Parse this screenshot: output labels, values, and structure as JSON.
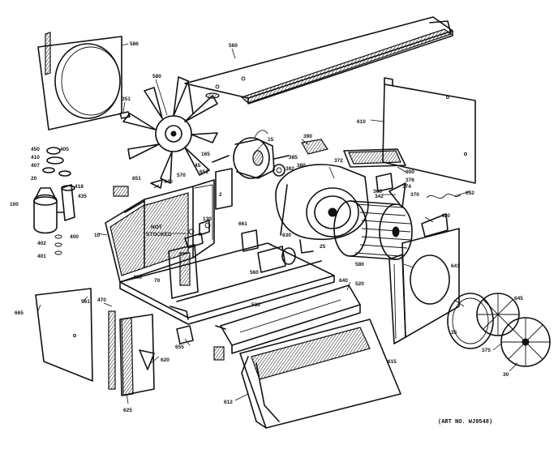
{
  "parts": {
    "p586": "586",
    "p560": "560",
    "p580": "580",
    "p610": "610",
    "p351": "351",
    "p450": "450",
    "p410": "410",
    "p407": "407",
    "p405": "405",
    "p20": "20",
    "p418": "418",
    "p435": "435",
    "p100": "100",
    "p400": "400",
    "p402": "402",
    "p401": "401",
    "p15": "15",
    "p165": "165",
    "p45": "45",
    "p390": "390",
    "p385": "385",
    "p382": "382",
    "p380": "380",
    "p600": "600",
    "p374": "374",
    "p376": "376",
    "p372": "372",
    "p570": "570",
    "p440": "440",
    "p651": "651",
    "p10": "10",
    "p360": "360",
    "p342": "342",
    "p652": "652",
    "p420": "420",
    "p370": "370",
    "p2": "2",
    "p130": "130",
    "p661": "661",
    "p651b": "651",
    "p25": "25",
    "p630": "630",
    "p580b": "580",
    "p70": "70",
    "p560b": "560",
    "p640": "640",
    "p641": "641",
    "p665": "665",
    "p561": "561",
    "p520": "520",
    "p530": "530",
    "p655": "655",
    "p470": "470",
    "p400b": "400",
    "p645": "645",
    "p620": "620",
    "p615": "615",
    "p625": "625",
    "p612": "612",
    "p375": "375",
    "p30": "30",
    "p35": "35"
  },
  "notes": {
    "not_stocked_1": "NOT",
    "not_stocked_2": "STOCKED"
  },
  "art_number": "(ART NO. WJ9548)"
}
